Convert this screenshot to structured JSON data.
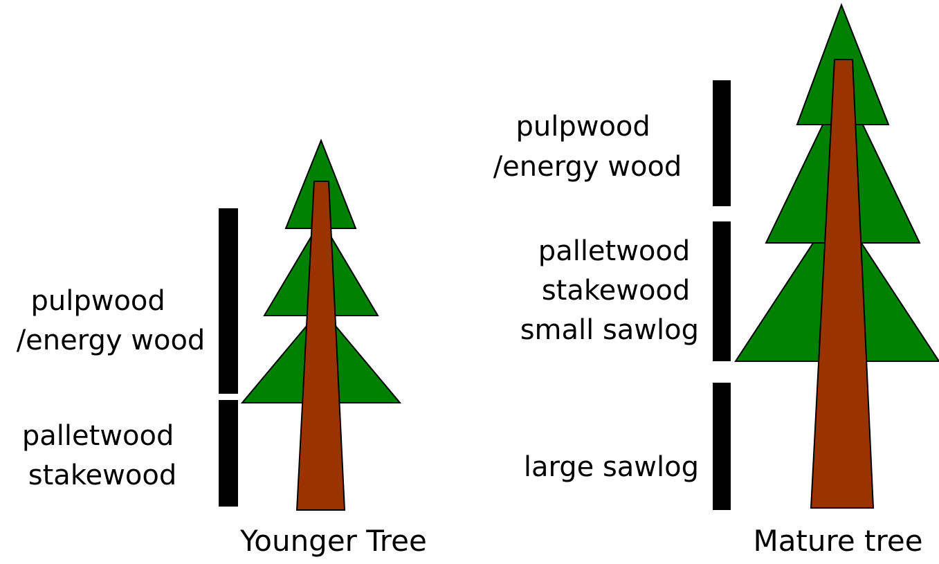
{
  "colors": {
    "foliage": "#008000",
    "trunk": "#993300",
    "outline": "#000000",
    "bar": "#000000",
    "background": "#ffffff"
  },
  "younger_tree": {
    "caption": "Younger Tree",
    "upper_label": {
      "line1": "pulpwood",
      "line2": "/energy wood"
    },
    "lower_label": {
      "line1": "palletwood",
      "line2": "stakewood"
    }
  },
  "mature_tree": {
    "caption": "Mature tree",
    "upper_label": {
      "line1": "pulpwood",
      "line2": "/energy wood"
    },
    "middle_label": {
      "line1": "palletwood",
      "line2": "stakewood",
      "line3": "small sawlog"
    },
    "lower_label": {
      "line1": "large sawlog"
    }
  }
}
